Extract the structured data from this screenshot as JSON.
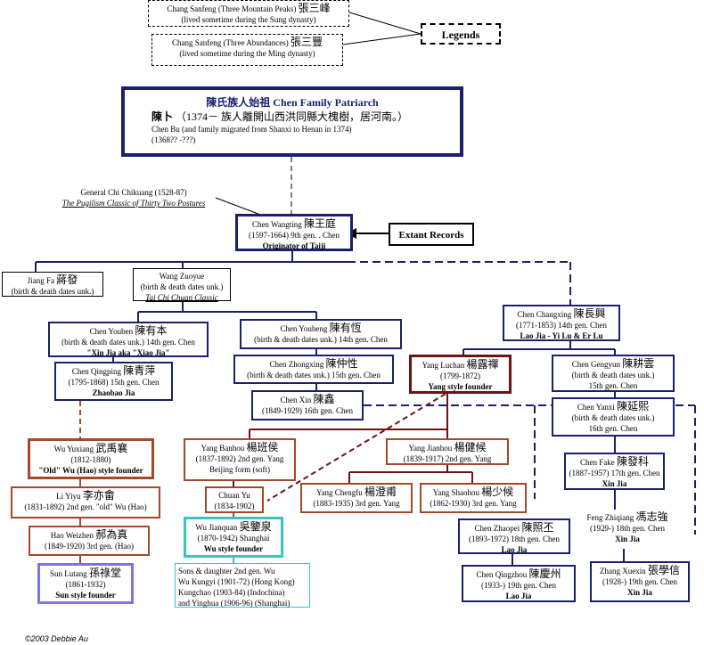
{
  "legends": {
    "title": "Legends",
    "entry1": {
      "line1": "Chang Sanfeng  (Three Mountain Peaks)",
      "cjk": "張三峰",
      "line2": "(lived sometime during the Sung dynasty)"
    },
    "entry2": {
      "line1": "Chang Sanfeng  (Three Abundances)",
      "cjk": "張三豐",
      "line2": "(lived sometime during the Ming dynasty)"
    }
  },
  "patriarch": {
    "title_cjk": "陳氏族人始祖",
    "title_en": "Chen Family Patriarch",
    "name_cjk": "陳卜",
    "note_cjk": "（1374－  族人離開山西洪同縣大槐樹，居河南。）",
    "line1": "Chen Bu  (and family migrated from Shanxi to Henan in 1374)",
    "line2": "(1368?? -???)"
  },
  "chi_chikuang": {
    "line1": "General Chi Chikuang  (1528-87)",
    "line2": "The Pugilism Classic of Thirty Two Postures"
  },
  "wangting": {
    "name": "Chen Wangting",
    "cjk": "陳王庭",
    "line2": "(1597-1664) 9th gen. . Chen",
    "line3": "Originator of Taiji"
  },
  "extant_records": "Extant Records",
  "jiangfa": {
    "name": "Jiang Fa",
    "cjk": "蔣發",
    "line2": "(birth & death dates unk.)"
  },
  "wangzongyue": {
    "name": "Wang Zuoyue",
    "line2": "(birth & death dates unk.)",
    "line3": "Tai Chi Chuan Classic"
  },
  "changxing": {
    "name": "Chen Changxing",
    "cjk": "陳長興",
    "line2": "(1771-1853)  14th gen. Chen",
    "line3": "Lao Jia - Yi Lu & Er Lu"
  },
  "youben": {
    "name": "Chen Youben",
    "cjk": "陳有本",
    "line2": "(birth & death dates unk.) 14th gen. Chen",
    "line3": "\"Xin Jia aka \"Xiao Jia\""
  },
  "youheng": {
    "name": "Chen Youheng",
    "cjk": "陳有恆",
    "line2": "(birth & death dates unk.)  14th gen. Chen"
  },
  "qingping": {
    "name": "Chen Qingping",
    "cjk": "陳青萍",
    "line2": "(1795-1868)  15th gen. Chen",
    "line3": "Zhaobao Jia"
  },
  "zhongxing": {
    "name": "Chen Zhongxing",
    "cjk": "陳仲性",
    "line2": "(birth & death dates unk.)  15th gen. Chen"
  },
  "luchan": {
    "name": "Yang Luchan",
    "cjk": "楊露禪",
    "line2": "(1799-1872)",
    "line3": "Yang style founder"
  },
  "gengyun": {
    "name": "Chen Gengyun",
    "cjk": "陳耕雲",
    "line2": "(birth & death dates unk.)",
    "line3": "15th gen. Chen"
  },
  "chenxin": {
    "name": "Chen Xin",
    "cjk": "陳鑫",
    "line2": "(1849-1929)  16th gen. Chen"
  },
  "yanxi": {
    "name": "Chen Yanxi",
    "cjk": "陳延熙",
    "line2": "(birth & death dates unk.)",
    "line3": "16th gen. Chen"
  },
  "yuxiang": {
    "name": "Wu Yuxiang",
    "cjk": "武禹襄",
    "line2": "(1812-1880)",
    "line3": "\"Old\" Wu (Hao) style founder"
  },
  "banhou": {
    "name": "Yang Banhou",
    "cjk": "楊班侯",
    "line2": "(1837-1892) 2nd gen. Yang",
    "line3": "Beijing form (soft)"
  },
  "jianhou": {
    "name": "Yang Jianhou",
    "cjk": "楊健候",
    "line2": "(1839-1917)  2nd gen. Yang"
  },
  "fake": {
    "name": "Chen Fake",
    "cjk": "陳發科",
    "line2": "(1887-1957)  17th gen. Chen",
    "line3": "Xin Jia"
  },
  "liyiyu": {
    "name": "Li  Yiyu",
    "cjk": "李亦畬",
    "line2": "(1831-1892)  2nd gen. \"old\" Wu (Hao)"
  },
  "quanyu": {
    "name": "Chuan Yu",
    "line2": "(1834-1902)"
  },
  "chengfu": {
    "name": "Yang Chengfu",
    "cjk": "楊澄甫",
    "line2": "(1883-1935)  3rd gen. Yang"
  },
  "shaohou": {
    "name": "Yang Shaohou",
    "cjk": "楊少候",
    "line2": "(1862-1930) 3rd gen. Yang"
  },
  "haoweizhen": {
    "name": "Hao Weizhen",
    "cjk": "郝為真",
    "line2": "(1849-1920)  3rd gen.  (Hao)"
  },
  "wujianquan": {
    "name": "Wu Jianquan",
    "cjk": "吳鑒泉",
    "line2": "(1870-1942) Shanghai",
    "line3": "Wu style founder"
  },
  "zhaopei": {
    "name": "Chen Zhaopei",
    "cjk": "陳照丕",
    "line2": "(1893-1972)  18th gen. Chen",
    "line3": "Lao Jia"
  },
  "zhiqiang": {
    "name": "Feng Zhiqiang",
    "cjk": "馮志強",
    "line2": "(1929-)  18th gen. Chen",
    "line3": "Xin Jia"
  },
  "sunlutang": {
    "name": "Sun Lutang",
    "cjk": "孫祿堂",
    "line2": "(1861-1932)",
    "line3": "Sun style founder"
  },
  "wusons": {
    "line1": "Sons & daughter 2nd gen. Wu",
    "line2": "Wu Kungyi  (1901-72) (Hong Kong)",
    "line3": "Kungchao (1903-84)  (Indochina)",
    "line4": "and Yinghua  (1906-96)  (Shanghai)"
  },
  "qingzhou": {
    "name": "Chen Qingzhou",
    "cjk": "陳慶州",
    "line2": "(1933-)  19th gen. Chen",
    "line3": "Lao Jia"
  },
  "xuexin": {
    "name": "Zhang Xuexin",
    "cjk": "張學信",
    "line2": "(1928-)  19th gen. Chen",
    "line3": "Xin Jia"
  },
  "copyright": "©2003 Debbie Au",
  "colors": {
    "navy": "#1a1f6e",
    "brown": "#a2492b",
    "maroon": "#6b1414",
    "teal": "#39c4c4",
    "violet": "#7d73e8"
  }
}
